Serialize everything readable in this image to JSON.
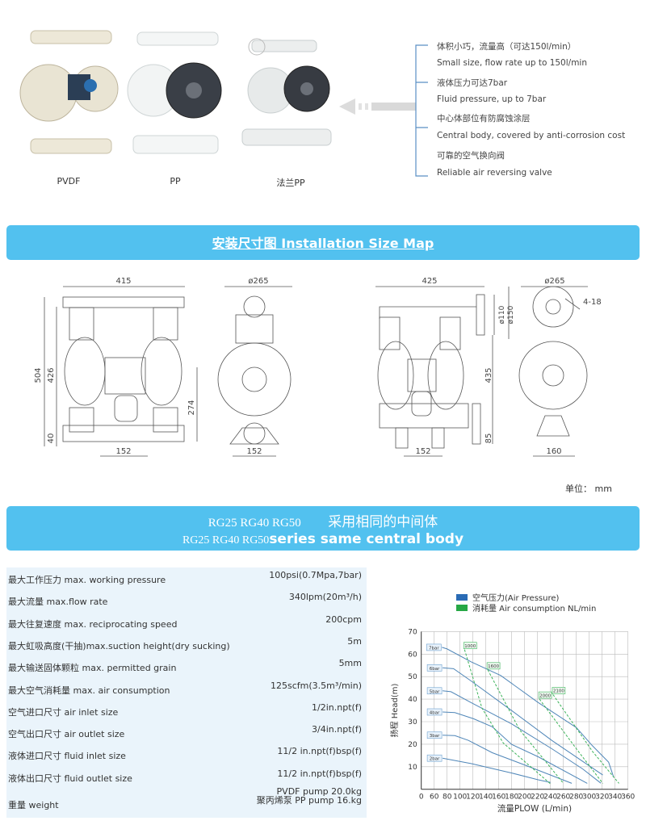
{
  "products": [
    {
      "label": "PVDF"
    },
    {
      "label": "PP"
    },
    {
      "label": "法兰PP"
    }
  ],
  "features": [
    "体积小巧，流量高（可达150l/min）",
    "Small size, flow rate up to 150l/min",
    "液体压力可达7bar",
    "Fluid pressure, up to 7bar",
    "中心体部位有防腐蚀涂层",
    "Central body, covered by anti-corrosion cost",
    "可靠的空气换向阀",
    "Reliable air reversing valve"
  ],
  "banner1": {
    "title": "安装尺寸图 Installation Size Map"
  },
  "drawings": {
    "left": {
      "width": "415",
      "diameter": "ø265",
      "height_total": "504",
      "height_inner": "426",
      "height_center": "274",
      "base": "40",
      "foot_front": "152",
      "foot_side": "152"
    },
    "right": {
      "width": "425",
      "diameter": "ø265",
      "bolt": "4-18",
      "flange_inner": "ø110",
      "flange_outer": "ø150",
      "height": "435",
      "base": "85",
      "foot_front": "152",
      "foot_side": "160"
    },
    "unit": "单位：  mm"
  },
  "banner2": {
    "line1_models": "RG25  RG40  RG50",
    "line1_cn": "采用相同的中间体",
    "line2_models": "RG25  RG40  RG50",
    "line2_en": "series same central body"
  },
  "specs": [
    {
      "label": "最大工作压力 max. working pressure",
      "value": "100psi(0.7Mpa,7bar)"
    },
    {
      "label": "最大流量 max.flow rate",
      "value": "340lpm(20m³/h)"
    },
    {
      "label": "最大往复速度 max. reciprocating speed",
      "value": "200cpm"
    },
    {
      "label": "最大虹吸高度(干抽)max.suction height(dry sucking)",
      "value": "5m"
    },
    {
      "label": "最大输送固体颗粒 max. permitted grain",
      "value": "5mm"
    },
    {
      "label": "最大空气消耗量 max. air consumption",
      "value": "125scfm(3.5m³/min)"
    },
    {
      "label": "空气进口尺寸 air inlet size",
      "value": "1/2in.npt(f)"
    },
    {
      "label": "空气出口尺寸 air outlet size",
      "value": "3/4in.npt(f)"
    },
    {
      "label": "液体进口尺寸 fluid inlet size",
      "value": "11/2 in.npt(f)bsp(f)"
    },
    {
      "label": "液体出口尺寸 fluid outlet size",
      "value": "11/2 in.npt(f)bsp(f)"
    },
    {
      "label": "重量 weight",
      "value": "PVDF pump 20.0kg",
      "value2": "聚丙烯泵 PP pump 16.kg"
    }
  ],
  "chart_data": {
    "type": "line",
    "xlabel": "流量PLOW (L/min)",
    "ylabel": "扬程 Head(m)",
    "x_ticks": [
      0,
      60,
      80,
      100,
      120,
      140,
      160,
      180,
      200,
      220,
      240,
      260,
      280,
      300,
      320,
      340,
      360
    ],
    "y_ticks": [
      10,
      20,
      30,
      40,
      50,
      60,
      70
    ],
    "ylim": [
      0,
      70
    ],
    "grid": true,
    "legend": [
      {
        "name": "空气压力(Air Pressure)",
        "color": "#2a6bb5"
      },
      {
        "name": "消耗量 Air consumption NL/min",
        "color": "#27a845"
      }
    ],
    "pressure_series": [
      {
        "name": "7bar",
        "points": [
          [
            72,
            63
          ],
          [
            80,
            62.3
          ],
          [
            117,
            56.6
          ],
          [
            163,
            50.5
          ],
          [
            221,
            38.5
          ],
          [
            280,
            27.4
          ],
          [
            305,
            19.3
          ],
          [
            330,
            12
          ],
          [
            338,
            5.2
          ]
        ]
      },
      {
        "name": "6bar",
        "points": [
          [
            73,
            53.9
          ],
          [
            90,
            53.5
          ],
          [
            117,
            48.1
          ],
          [
            180,
            34.9
          ],
          [
            242,
            21.7
          ],
          [
            321,
            6.3
          ]
        ]
      },
      {
        "name": "5bar",
        "points": [
          [
            73,
            43.7
          ],
          [
            86,
            43.3
          ],
          [
            117,
            38.5
          ],
          [
            180,
            29
          ],
          [
            242,
            18
          ],
          [
            290,
            9
          ],
          [
            318,
            2.7
          ]
        ]
      },
      {
        "name": "4bar",
        "points": [
          [
            73,
            34.3
          ],
          [
            92,
            34
          ],
          [
            121,
            31.3
          ],
          [
            150,
            27.7
          ],
          [
            180,
            19.9
          ],
          [
            221,
            14.4
          ],
          [
            297,
            2.6
          ]
        ]
      },
      {
        "name": "3bar",
        "points": [
          [
            73,
            24
          ],
          [
            92,
            23.8
          ],
          [
            113,
            21.7
          ],
          [
            150,
            16.2
          ],
          [
            200,
            10.8
          ],
          [
            273,
            2.6
          ]
        ]
      },
      {
        "name": "2bar",
        "points": [
          [
            73,
            13.8
          ],
          [
            117,
            11.4
          ],
          [
            180,
            7.2
          ],
          [
            221,
            4.2
          ],
          [
            240,
            3
          ]
        ]
      }
    ],
    "consumption_series": [
      {
        "name": "1000",
        "points": [
          [
            107,
            62
          ],
          [
            134,
            36
          ],
          [
            167,
            20.5
          ],
          [
            240,
            2.4
          ]
        ]
      },
      {
        "name": "1600",
        "points": [
          [
            143,
            53
          ],
          [
            192,
            26.5
          ],
          [
            259,
            3
          ]
        ]
      },
      {
        "name": "2000",
        "points": [
          [
            223,
            40
          ],
          [
            280,
            18
          ],
          [
            321,
            2.6
          ]
        ]
      },
      {
        "name": "2100",
        "points": [
          [
            244,
            42
          ],
          [
            305,
            16.8
          ],
          [
            346,
            2.6
          ]
        ]
      }
    ]
  }
}
